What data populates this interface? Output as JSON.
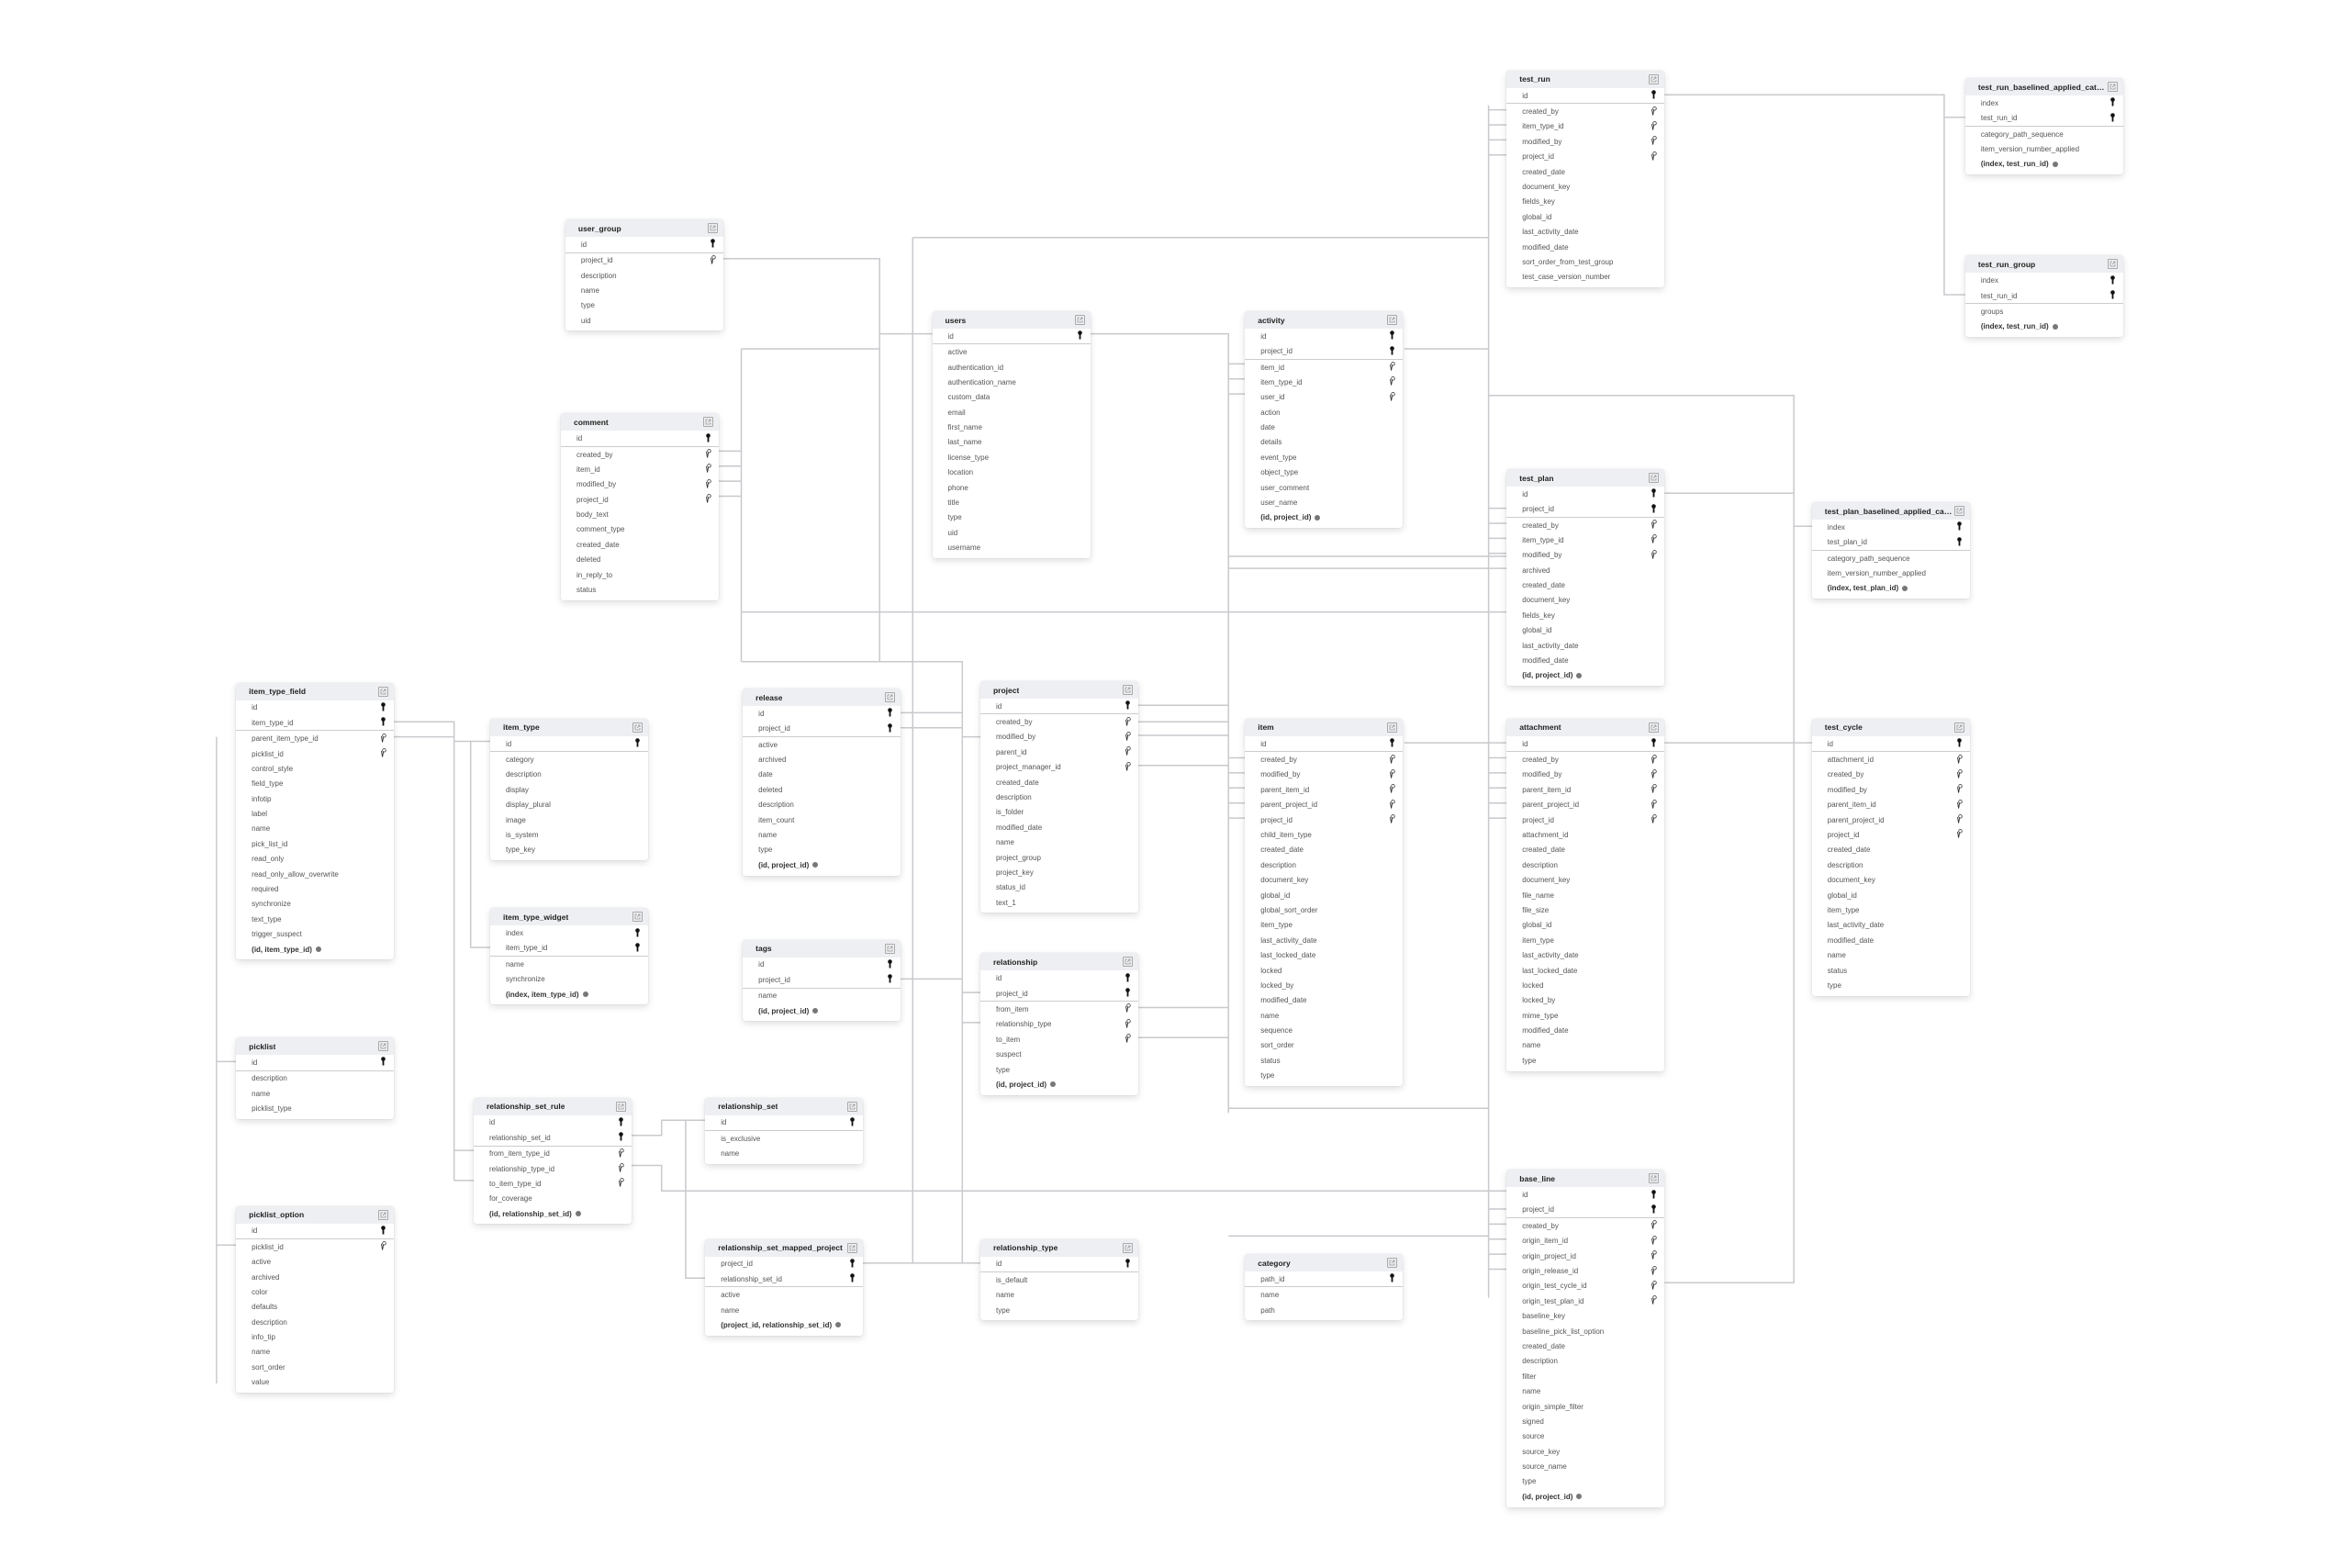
{
  "diagram": {
    "line_color": "#c9c9ce",
    "header_color": "#eeeff2",
    "tables": [
      {
        "name": "test_run",
        "pk": [
          "id"
        ],
        "fk": [
          "created_by",
          "item_type_id",
          "modified_by",
          "project_id"
        ],
        "fields": [
          "created_date",
          "document_key",
          "fields_key",
          "global_id",
          "last_activity_date",
          "modified_date",
          "sort_order_from_test_group",
          "test_case_version_number"
        ]
      },
      {
        "name": "test_run_baselined_applied_category_...",
        "pk": [
          "index",
          "test_run_id"
        ],
        "fk": [],
        "fields": [
          "category_path_sequence",
          "item_version_number_applied"
        ],
        "composite": "(index, test_run_id)"
      },
      {
        "name": "test_run_group",
        "pk": [
          "index",
          "test_run_id"
        ],
        "fk": [],
        "fields": [
          "groups"
        ],
        "composite": "(index, test_run_id)"
      },
      {
        "name": "user_group",
        "pk": [
          "id"
        ],
        "fk": [
          "project_id"
        ],
        "fields": [
          "description",
          "name",
          "type",
          "uid"
        ]
      },
      {
        "name": "users",
        "pk": [
          "id"
        ],
        "fk": [],
        "fields": [
          "active",
          "authentication_id",
          "authentication_name",
          "custom_data",
          "email",
          "first_name",
          "last_name",
          "license_type",
          "location",
          "phone",
          "title",
          "type",
          "uid",
          "username"
        ]
      },
      {
        "name": "activity",
        "pk": [
          "id",
          "project_id"
        ],
        "fk": [
          "item_id",
          "item_type_id",
          "user_id"
        ],
        "fields": [
          "action",
          "date",
          "details",
          "event_type",
          "object_type",
          "user_comment",
          "user_name"
        ],
        "composite": "(id, project_id)"
      },
      {
        "name": "comment",
        "pk": [
          "id"
        ],
        "fk": [
          "created_by",
          "item_id",
          "modified_by",
          "project_id"
        ],
        "fields": [
          "body_text",
          "comment_type",
          "created_date",
          "deleted",
          "in_reply_to",
          "status"
        ]
      },
      {
        "name": "test_plan",
        "pk": [
          "id",
          "project_id"
        ],
        "fk": [
          "created_by",
          "item_type_id",
          "modified_by"
        ],
        "fields": [
          "archived",
          "created_date",
          "document_key",
          "fields_key",
          "global_id",
          "last_activity_date",
          "modified_date"
        ],
        "composite": "(id, project_id)"
      },
      {
        "name": "test_plan_baselined_applied_category...",
        "pk": [
          "index",
          "test_plan_id"
        ],
        "fk": [],
        "fields": [
          "category_path_sequence",
          "item_version_number_applied"
        ],
        "composite": "(index, test_plan_id)"
      },
      {
        "name": "item_type_field",
        "pk": [
          "id",
          "item_type_id"
        ],
        "fk": [
          "parent_item_type_id",
          "picklist_id"
        ],
        "fields": [
          "control_style",
          "field_type",
          "infotip",
          "label",
          "name",
          "pick_list_id",
          "read_only",
          "read_only_allow_overwrite",
          "required",
          "synchronize",
          "text_type",
          "trigger_suspect"
        ],
        "composite": "(id, item_type_id)"
      },
      {
        "name": "item_type",
        "pk": [
          "id"
        ],
        "fk": [],
        "fields": [
          "category",
          "description",
          "display",
          "display_plural",
          "image",
          "is_system",
          "type_key"
        ]
      },
      {
        "name": "release",
        "pk": [
          "id",
          "project_id"
        ],
        "fk": [],
        "fields": [
          "active",
          "archived",
          "date",
          "deleted",
          "description",
          "item_count",
          "name",
          "type"
        ],
        "composite": "(id, project_id)"
      },
      {
        "name": "project",
        "pk": [
          "id"
        ],
        "fk": [
          "created_by",
          "modified_by",
          "parent_id",
          "project_manager_id"
        ],
        "fields": [
          "created_date",
          "description",
          "is_folder",
          "modified_date",
          "name",
          "project_group",
          "project_key",
          "status_id",
          "text_1"
        ]
      },
      {
        "name": "item",
        "pk": [
          "id"
        ],
        "fk": [
          "created_by",
          "modified_by",
          "parent_item_id",
          "parent_project_id",
          "project_id"
        ],
        "fields": [
          "child_item_type",
          "created_date",
          "description",
          "document_key",
          "global_id",
          "global_sort_order",
          "item_type",
          "last_activity_date",
          "last_locked_date",
          "locked",
          "locked_by",
          "modified_date",
          "name",
          "sequence",
          "sort_order",
          "status",
          "type"
        ]
      },
      {
        "name": "attachment",
        "pk": [
          "id"
        ],
        "fk": [
          "created_by",
          "modified_by",
          "parent_item_id",
          "parent_project_id",
          "project_id"
        ],
        "fields": [
          "attachment_id",
          "created_date",
          "description",
          "document_key",
          "file_name",
          "file_size",
          "global_id",
          "item_type",
          "last_activity_date",
          "last_locked_date",
          "locked",
          "locked_by",
          "mime_type",
          "modified_date",
          "name",
          "type"
        ]
      },
      {
        "name": "test_cycle",
        "pk": [
          "id"
        ],
        "fk": [
          "attachment_id",
          "created_by",
          "modified_by",
          "parent_item_id",
          "parent_project_id",
          "project_id"
        ],
        "fields": [
          "created_date",
          "description",
          "document_key",
          "global_id",
          "item_type",
          "last_activity_date",
          "modified_date",
          "name",
          "status",
          "type"
        ]
      },
      {
        "name": "item_type_widget",
        "pk": [
          "index",
          "item_type_id"
        ],
        "fk": [],
        "fields": [
          "name",
          "synchronize"
        ],
        "composite": "(index, item_type_id)"
      },
      {
        "name": "tags",
        "pk": [
          "id",
          "project_id"
        ],
        "fk": [],
        "fields": [
          "name"
        ],
        "composite": "(id, project_id)"
      },
      {
        "name": "relationship",
        "pk": [
          "id",
          "project_id"
        ],
        "fk": [
          "from_item",
          "relationship_type",
          "to_item"
        ],
        "fields": [
          "suspect",
          "type"
        ],
        "composite": "(id, project_id)"
      },
      {
        "name": "picklist",
        "pk": [
          "id"
        ],
        "fk": [],
        "fields": [
          "description",
          "name",
          "picklist_type"
        ]
      },
      {
        "name": "relationship_set_rule",
        "pk": [
          "id",
          "relationship_set_id"
        ],
        "fk": [
          "from_item_type_id",
          "relationship_type_id",
          "to_item_type_id"
        ],
        "fields": [
          "for_coverage"
        ],
        "composite": "(id, relationship_set_id)"
      },
      {
        "name": "relationship_set",
        "pk": [
          "id"
        ],
        "fk": [],
        "fields": [
          "is_exclusive",
          "name"
        ]
      },
      {
        "name": "base_line",
        "pk": [
          "id",
          "project_id"
        ],
        "fk": [
          "created_by",
          "origin_item_id",
          "origin_project_id",
          "origin_release_id",
          "origin_test_cycle_id",
          "origin_test_plan_id"
        ],
        "fields": [
          "baseline_key",
          "baseline_pick_list_option",
          "created_date",
          "description",
          "filter",
          "name",
          "origin_simple_filter",
          "signed",
          "source",
          "source_key",
          "source_name",
          "type"
        ],
        "composite": "(id, project_id)"
      },
      {
        "name": "picklist_option",
        "pk": [
          "id"
        ],
        "fk": [
          "picklist_id"
        ],
        "fields": [
          "active",
          "archived",
          "color",
          "defaults",
          "description",
          "info_tip",
          "name",
          "sort_order",
          "value"
        ]
      },
      {
        "name": "relationship_set_mapped_project",
        "pk": [
          "project_id",
          "relationship_set_id"
        ],
        "fk": [],
        "fields": [
          "active",
          "name"
        ],
        "composite": "(project_id, relationship_set_id)"
      },
      {
        "name": "relationship_type",
        "pk": [
          "id"
        ],
        "fk": [],
        "fields": [
          "is_default",
          "name",
          "type"
        ]
      },
      {
        "name": "category",
        "pk": [
          "path_id"
        ],
        "fk": [],
        "fields": [
          "name",
          "path"
        ]
      }
    ]
  }
}
